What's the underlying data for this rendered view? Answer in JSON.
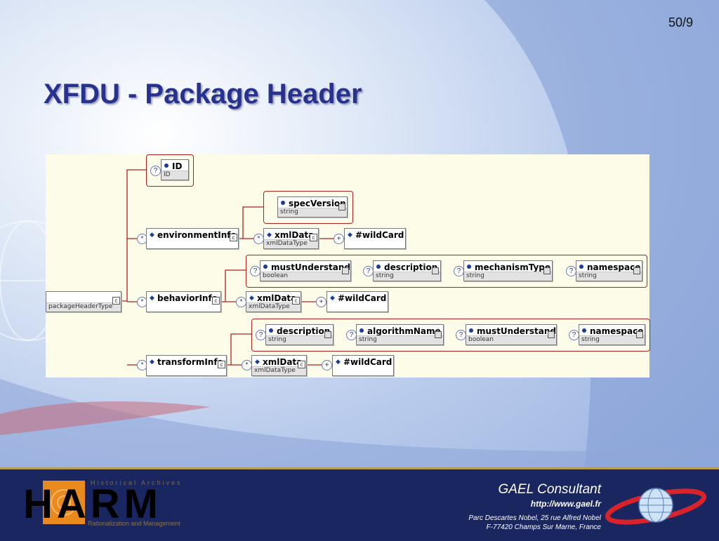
{
  "page_number": "50/9",
  "title": "XFDU - Package Header",
  "diagram": {
    "root": {
      "name": "",
      "type": "packageHeaderType"
    },
    "id_node": {
      "name": "ID",
      "type": "ID"
    },
    "environment": {
      "name": "environmentInfo",
      "spec": {
        "name": "specVersion",
        "type": "string"
      }
    },
    "behavior": {
      "name": "behaviorInfo",
      "attrs": [
        {
          "name": "mustUnderstand",
          "type": "boolean"
        },
        {
          "name": "description",
          "type": "string"
        },
        {
          "name": "mechanismType",
          "type": "string"
        },
        {
          "name": "namespace",
          "type": "string"
        }
      ]
    },
    "transform": {
      "name": "transformInfo",
      "attrs": [
        {
          "name": "description",
          "type": "string"
        },
        {
          "name": "algorithmName",
          "type": "string"
        },
        {
          "name": "mustUnderstand",
          "type": "boolean"
        },
        {
          "name": "namespace",
          "type": "string"
        }
      ]
    },
    "xmldata": {
      "name": "xmlData",
      "type": "xmlDataType"
    },
    "wildcard": {
      "name": "#wildCard"
    },
    "question_glyph": "?",
    "star_glyph": "*",
    "plus_glyph": "+"
  },
  "footer": {
    "harm_letters": "HARM",
    "harm_top": "Historical Archives",
    "harm_bottom": "Rationalization and Management",
    "company": "GAEL Consultant",
    "url": "http://www.gael.fr",
    "address1": "Parc Descartes Nobel, 25 rue Alfred Nobel",
    "address2": "F-77420 Champs Sur Marne, France"
  },
  "colors": {
    "title": "#27318e",
    "footer_bg": "#1a2660",
    "connector": "#b02020",
    "diagram_bg": "#fdfce9"
  }
}
